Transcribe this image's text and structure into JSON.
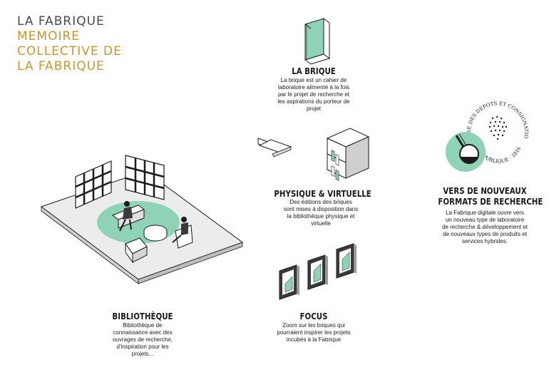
{
  "header": {
    "line1": "LA FABRIQUE",
    "line2": "MEMOIRE",
    "line3": "COLLECTIVE DE",
    "line4": "LA FABRIQUE"
  },
  "colors": {
    "accent": "#8fd3b6",
    "gold": "#c9962d",
    "ink": "#1a1a1a"
  },
  "sections": {
    "brique": {
      "title": "LA BRIQUE",
      "desc1": "La brique est un cahier de",
      "desc2": "laboratoire alimenté à la fois",
      "desc3": "par le projet de recherche et",
      "desc4": "les aspirations du porteur de",
      "desc5": "projet"
    },
    "physique": {
      "title": "PHYSIQUE & VIRTUELLE",
      "desc1": "Des éditions des briques",
      "desc2": "sont mises à disposition dans",
      "desc3": "la bibliothèque physique et",
      "desc4": "virtuelle"
    },
    "formats": {
      "title1": "VERS DE NOUVEAUX",
      "title2": "FORMATS DE RECHERCHE",
      "desc1": "La Fabrique digitale ouvre vers",
      "desc2": "un nouveau type de laboratoire",
      "desc3": "de recherche & développement et",
      "desc4": "de nouveaux types de produits et",
      "desc5": "services hybrides."
    },
    "bibliotheque": {
      "title": "BIBLIOTHÈQUE",
      "desc1": "Bibliothèque de",
      "desc2": "connaissance avec des",
      "desc3": "ouvrages de recherche,",
      "desc4": "d'inspiration pour les",
      "desc5": "projets..."
    },
    "focus": {
      "title": "FOCUS",
      "desc1": "Zoom sur les briques qui",
      "desc2": "pourraient inspirer les projets",
      "desc3": "incubés à la Fabrique"
    }
  },
  "seal": {
    "top_text": "CAISSE DES DEPOTS ET CONSIGNATIONS",
    "bottom_text": "FOI PUBLIQUE · 1816"
  }
}
